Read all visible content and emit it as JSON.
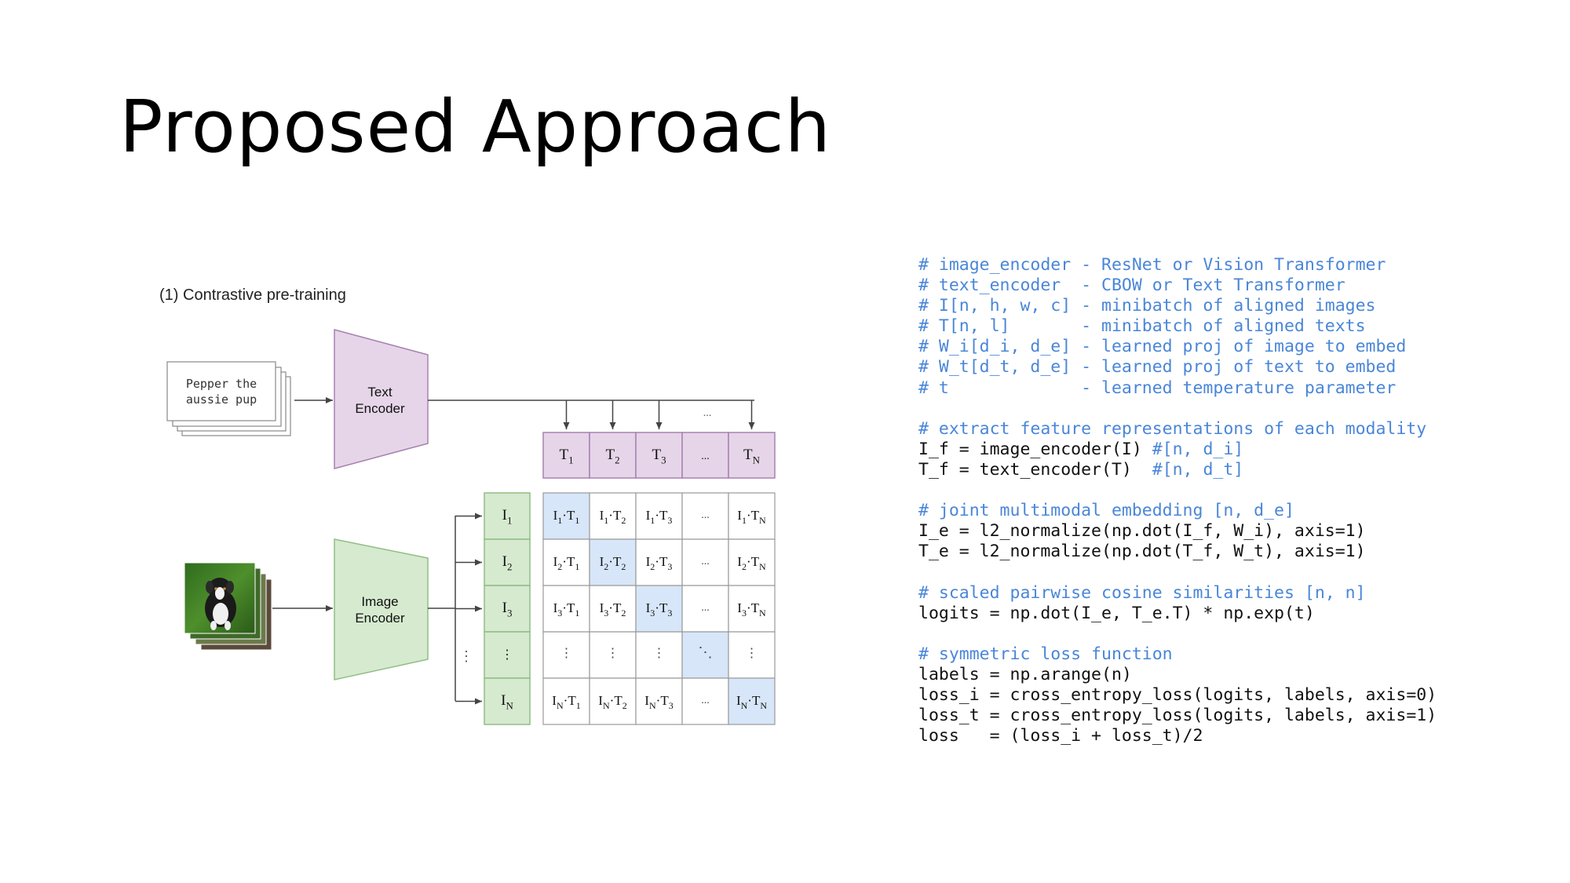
{
  "slide": {
    "title": "Proposed Approach"
  },
  "diagram": {
    "section_label": "(1) Contrastive pre-training",
    "text_input": [
      "Pepper the",
      "aussie pup"
    ],
    "text_encoder": [
      "Text",
      "Encoder"
    ],
    "image_encoder": [
      "Image",
      "Encoder"
    ],
    "top_ellipsis": "...",
    "text_features": [
      {
        "base": "T",
        "sub": "1"
      },
      {
        "base": "T",
        "sub": "2"
      },
      {
        "base": "T",
        "sub": "3"
      },
      {
        "base": "...",
        "sub": ""
      },
      {
        "base": "T",
        "sub": "N"
      }
    ],
    "image_features": [
      {
        "base": "I",
        "sub": "1"
      },
      {
        "base": "I",
        "sub": "2"
      },
      {
        "base": "I",
        "sub": "3"
      },
      {
        "base": "⋮",
        "sub": ""
      },
      {
        "base": "I",
        "sub": "N"
      }
    ],
    "left_vdots": "⋮",
    "ellipsis": "...",
    "vdots": "⋮",
    "ddots": "⋱",
    "dot": "·",
    "colors": {
      "text_encoder_fill": "#e6d5e8",
      "text_encoder_stroke": "#a782b2",
      "image_encoder_fill": "#d6ead0",
      "image_encoder_stroke": "#8fbe83",
      "diagonal_fill": "#d7e6f8",
      "grid_stroke": "#9a9a9a"
    }
  },
  "code": {
    "lines": [
      {
        "type": "comment",
        "text": "# image_encoder - ResNet or Vision Transformer"
      },
      {
        "type": "comment",
        "text": "# text_encoder  - CBOW or Text Transformer"
      },
      {
        "type": "comment",
        "text": "# I[n, h, w, c] - minibatch of aligned images"
      },
      {
        "type": "comment",
        "text": "# T[n, l]       - minibatch of aligned texts"
      },
      {
        "type": "comment",
        "text": "# W_i[d_i, d_e] - learned proj of image to embed"
      },
      {
        "type": "comment",
        "text": "# W_t[d_t, d_e] - learned proj of text to embed"
      },
      {
        "type": "comment",
        "text": "# t             - learned temperature parameter"
      },
      {
        "type": "blank",
        "text": ""
      },
      {
        "type": "comment",
        "text": "# extract feature representations of each modality"
      },
      {
        "type": "mixed",
        "code": "I_f = image_encoder(I) ",
        "comment": "#[n, d_i]"
      },
      {
        "type": "mixed",
        "code": "T_f = text_encoder(T)  ",
        "comment": "#[n, d_t]"
      },
      {
        "type": "blank",
        "text": ""
      },
      {
        "type": "comment",
        "text": "# joint multimodal embedding [n, d_e]"
      },
      {
        "type": "code",
        "text": "I_e = l2_normalize(np.dot(I_f, W_i), axis=1)"
      },
      {
        "type": "code",
        "text": "T_e = l2_normalize(np.dot(T_f, W_t), axis=1)"
      },
      {
        "type": "blank",
        "text": ""
      },
      {
        "type": "comment",
        "text": "# scaled pairwise cosine similarities [n, n]"
      },
      {
        "type": "code",
        "text": "logits = np.dot(I_e, T_e.T) * np.exp(t)"
      },
      {
        "type": "blank",
        "text": ""
      },
      {
        "type": "comment",
        "text": "# symmetric loss function"
      },
      {
        "type": "code",
        "text": "labels = np.arange(n)"
      },
      {
        "type": "code",
        "text": "loss_i = cross_entropy_loss(logits, labels, axis=0)"
      },
      {
        "type": "code",
        "text": "loss_t = cross_entropy_loss(logits, labels, axis=1)"
      },
      {
        "type": "code",
        "text": "loss   = (loss_i + loss_t)/2"
      }
    ]
  }
}
